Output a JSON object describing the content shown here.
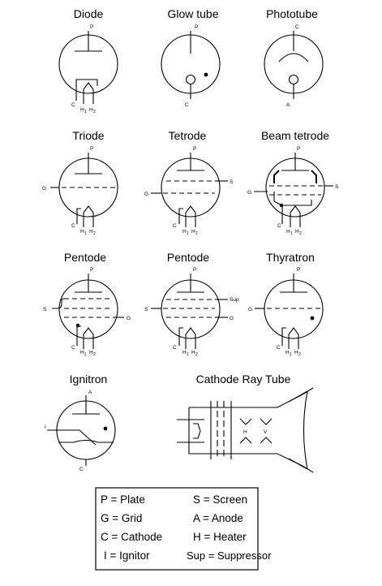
{
  "tubes": {
    "diode": {
      "title": "Diode",
      "p": "P",
      "c": "C",
      "h1": "H",
      "h2": "H",
      "s1": "1",
      "s2": "2"
    },
    "glow": {
      "title": "Glow tube",
      "p": "P",
      "c": "C"
    },
    "photo": {
      "title": "Phototube",
      "c": "C",
      "a": "A"
    },
    "triode": {
      "title": "Triode",
      "p": "P",
      "g": "G",
      "c": "C",
      "h1": "H",
      "h2": "H",
      "s1": "1",
      "s2": "2"
    },
    "tetrode": {
      "title": "Tetrode",
      "p": "P",
      "g": "G",
      "s": "S",
      "c": "C",
      "h1": "H",
      "h2": "H",
      "s1": "1",
      "s2": "2"
    },
    "beam": {
      "title": "Beam tetrode",
      "p": "P",
      "g": "G",
      "s": "S",
      "c": "C",
      "h1": "H",
      "h2": "H",
      "s1": "1",
      "s2": "2"
    },
    "pentode1": {
      "title": "Pentode",
      "p": "P",
      "g": "G",
      "s": "S",
      "c": "C",
      "h1": "H",
      "h2": "H",
      "s1": "1",
      "s2": "2"
    },
    "pentode2": {
      "title": "Pentode",
      "p": "P",
      "g": "G",
      "s": "S",
      "sup": "Sup",
      "c": "C",
      "h1": "H",
      "h2": "H",
      "s1": "1",
      "s2": "2"
    },
    "thyratron": {
      "title": "Thyratron",
      "p": "P",
      "g": "G",
      "c": "C",
      "h1": "H",
      "h2": "H",
      "s1": "1",
      "s2": "2"
    },
    "ignitron": {
      "title": "Ignitron",
      "a": "A",
      "i": "I",
      "c": "C"
    },
    "crt": {
      "title": "Cathode Ray Tube",
      "h": "H",
      "v": "V"
    }
  },
  "legend": [
    {
      "left": "P = Plate",
      "right": "S = Screen"
    },
    {
      "left": "G = Grid",
      "right": "A = Anode"
    },
    {
      "left": "C = Cathode",
      "right": "H = Heater"
    },
    {
      "left": "I = Ignitor",
      "right": "Sup = Suppressor"
    }
  ]
}
